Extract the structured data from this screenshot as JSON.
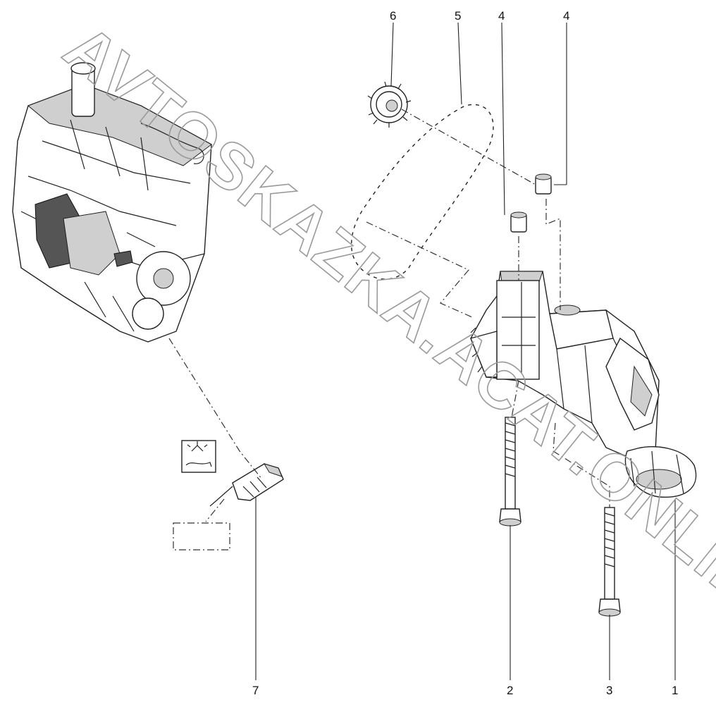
{
  "watermark": "AVTOSKAZKA.ACAT.ONLINE",
  "callouts": {
    "c6": "6",
    "c5": "5",
    "c4a": "4",
    "c4b": "4",
    "c7": "7",
    "c2": "2",
    "c3": "3",
    "c1": "1"
  }
}
